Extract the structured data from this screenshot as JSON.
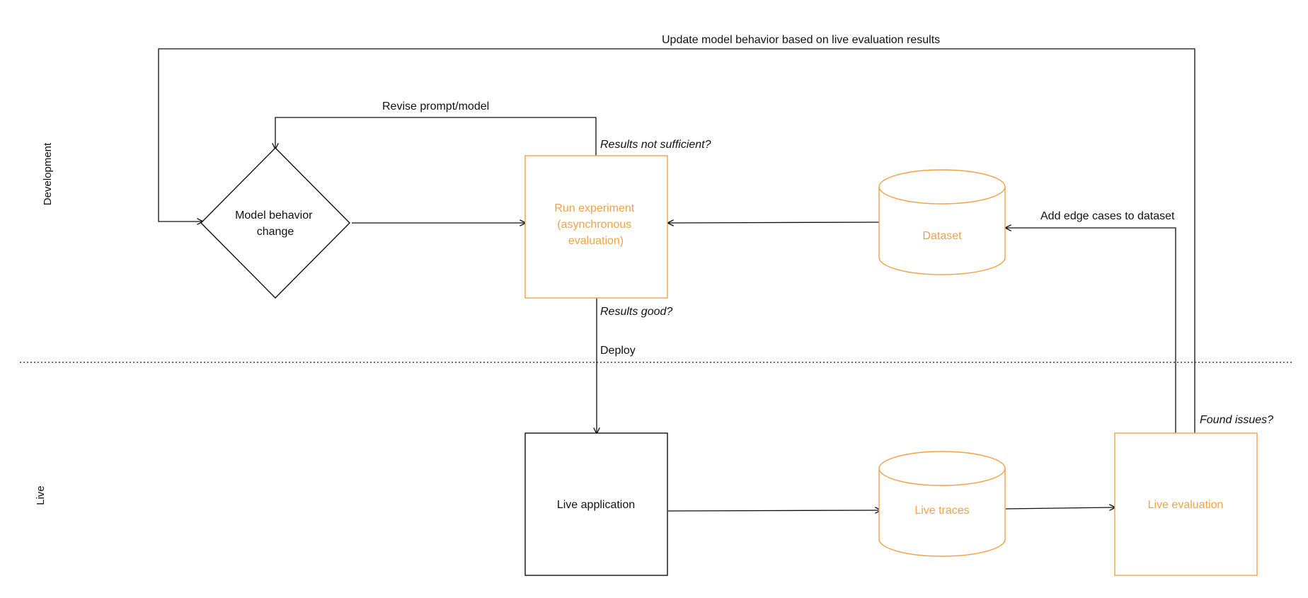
{
  "lanes": {
    "development": "Development",
    "live": "Live"
  },
  "nodes": {
    "model_behavior_change": {
      "line1": "Model behavior",
      "line2": "change"
    },
    "run_experiment": {
      "line1": "Run experiment",
      "line2": "(asynchronous",
      "line3": "evaluation)"
    },
    "dataset": "Dataset",
    "live_application": "Live application",
    "live_traces": "Live traces",
    "live_evaluation": "Live evaluation"
  },
  "edge_labels": {
    "update_model": "Update model behavior based on live evaluation results",
    "revise_prompt": "Revise prompt/model",
    "results_not_sufficient": "Results not sufficient?",
    "add_edge_cases": "Add edge cases to dataset",
    "results_good": "Results good?",
    "deploy": "Deploy",
    "found_issues": "Found issues?"
  },
  "colors": {
    "accent_orange": "#f2a145",
    "stroke_black": "#111111",
    "background": "#ffffff"
  }
}
